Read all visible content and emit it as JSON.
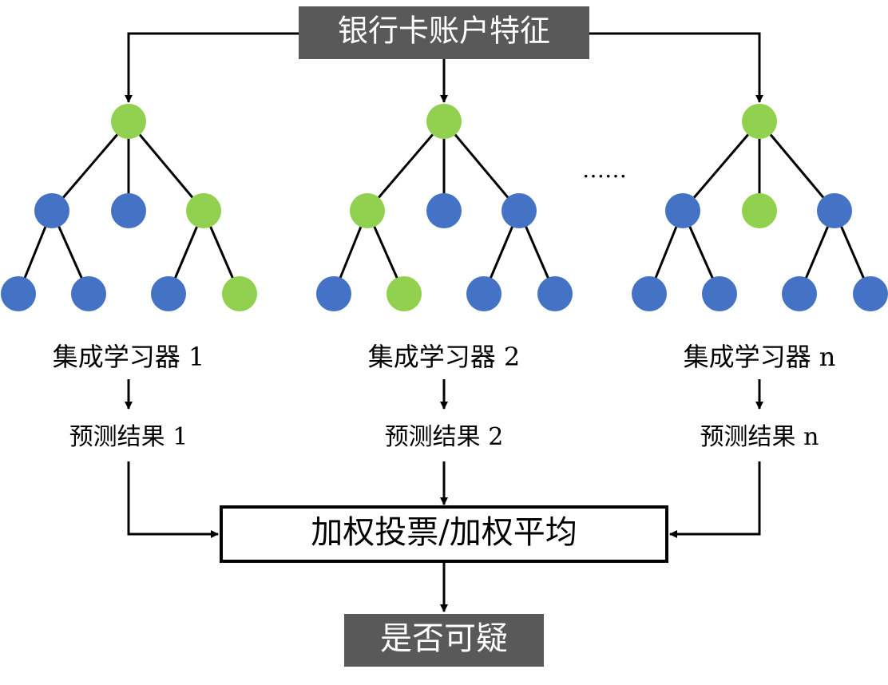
{
  "input_box": {
    "label": "银行卡账户特征",
    "fill": "#595959",
    "text_color": "#ffffff"
  },
  "ellipsis": "……",
  "learners": [
    {
      "label": "集成学习器 1",
      "result": "预测结果 1"
    },
    {
      "label": "集成学习器 2",
      "result": "预测结果 2"
    },
    {
      "label": "集成学习器 n",
      "result": "预测结果 n"
    }
  ],
  "aggregation_box": {
    "label": "加权投票/加权平均"
  },
  "output_box": {
    "label": "是否可疑",
    "fill": "#595959",
    "text_color": "#ffffff"
  },
  "colors": {
    "node_blue": "#4472C4",
    "node_green": "#92D050",
    "line": "#000000"
  },
  "trees": [
    {
      "root": "green",
      "level2": [
        "blue",
        "blue",
        "green"
      ],
      "level3": [
        "blue",
        "blue",
        "blue",
        "green"
      ]
    },
    {
      "root": "green",
      "level2": [
        "green",
        "blue",
        "blue"
      ],
      "level3": [
        "blue",
        "green",
        "blue",
        "blue"
      ]
    },
    {
      "root": "green",
      "level2": [
        "blue",
        "green",
        "blue"
      ],
      "level3": [
        "blue",
        "blue",
        "blue",
        "blue"
      ]
    }
  ]
}
